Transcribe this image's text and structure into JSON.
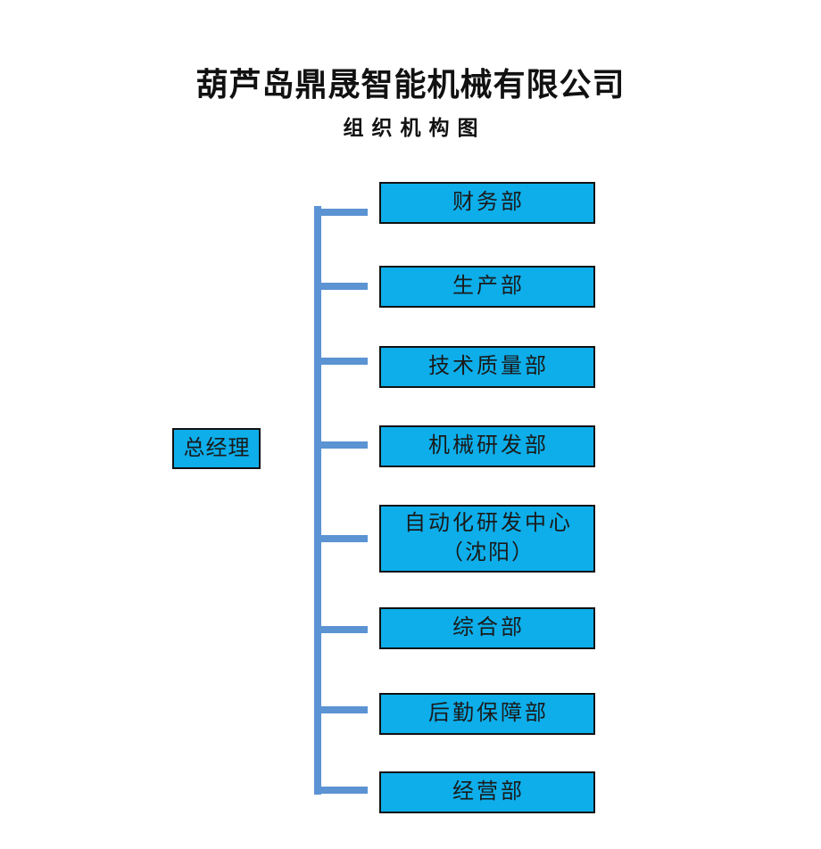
{
  "page": {
    "title": "葫芦岛鼎晟智能机械有限公司",
    "subtitle": "组织机构图"
  },
  "org_chart": {
    "root": {
      "label": "总经理"
    },
    "departments": [
      {
        "label": "财务部"
      },
      {
        "label": "生产部"
      },
      {
        "label": "技术质量部"
      },
      {
        "label": "机械研发部"
      },
      {
        "label": "自动化研发中心",
        "label_line2": "（沈阳）"
      },
      {
        "label": "综合部"
      },
      {
        "label": "后勤保障部"
      },
      {
        "label": "经营部"
      }
    ],
    "colors": {
      "box_fill": "#0DAEEA",
      "box_border": "#111111",
      "connector": "#5B93D3",
      "text": "#1A1A1A"
    }
  }
}
